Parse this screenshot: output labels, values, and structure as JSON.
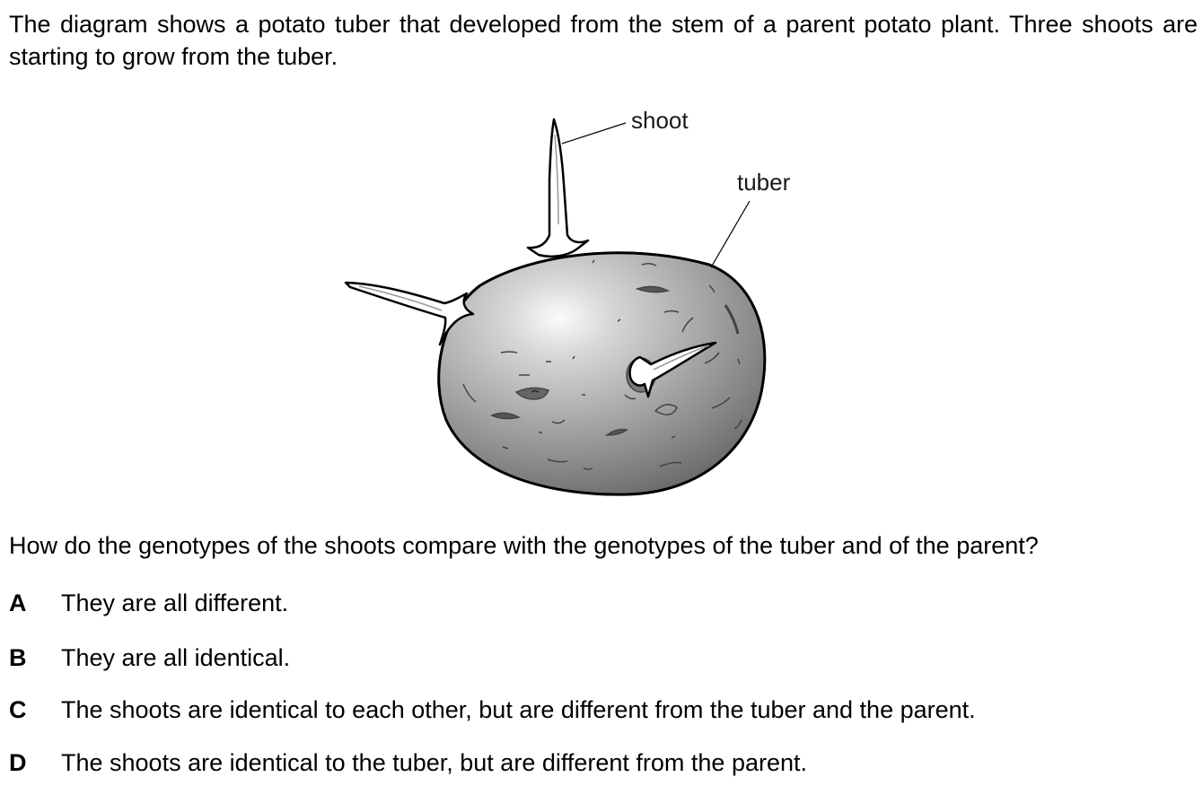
{
  "intro": "The diagram shows a potato tuber that developed from the stem of a parent potato plant. Three shoots are starting to grow from the tuber.",
  "figure": {
    "labels": {
      "shoot": "shoot",
      "tuber": "tuber"
    }
  },
  "question": "How do the genotypes of the shoots compare with the genotypes of the tuber and of the parent?",
  "options": [
    {
      "letter": "A",
      "text": "They are all different."
    },
    {
      "letter": "B",
      "text": "They are all identical."
    },
    {
      "letter": "C",
      "text": "The shoots are identical to each other, but are different from the tuber and the parent."
    },
    {
      "letter": "D",
      "text": "The shoots are identical to the tuber, but are different from the parent."
    }
  ]
}
